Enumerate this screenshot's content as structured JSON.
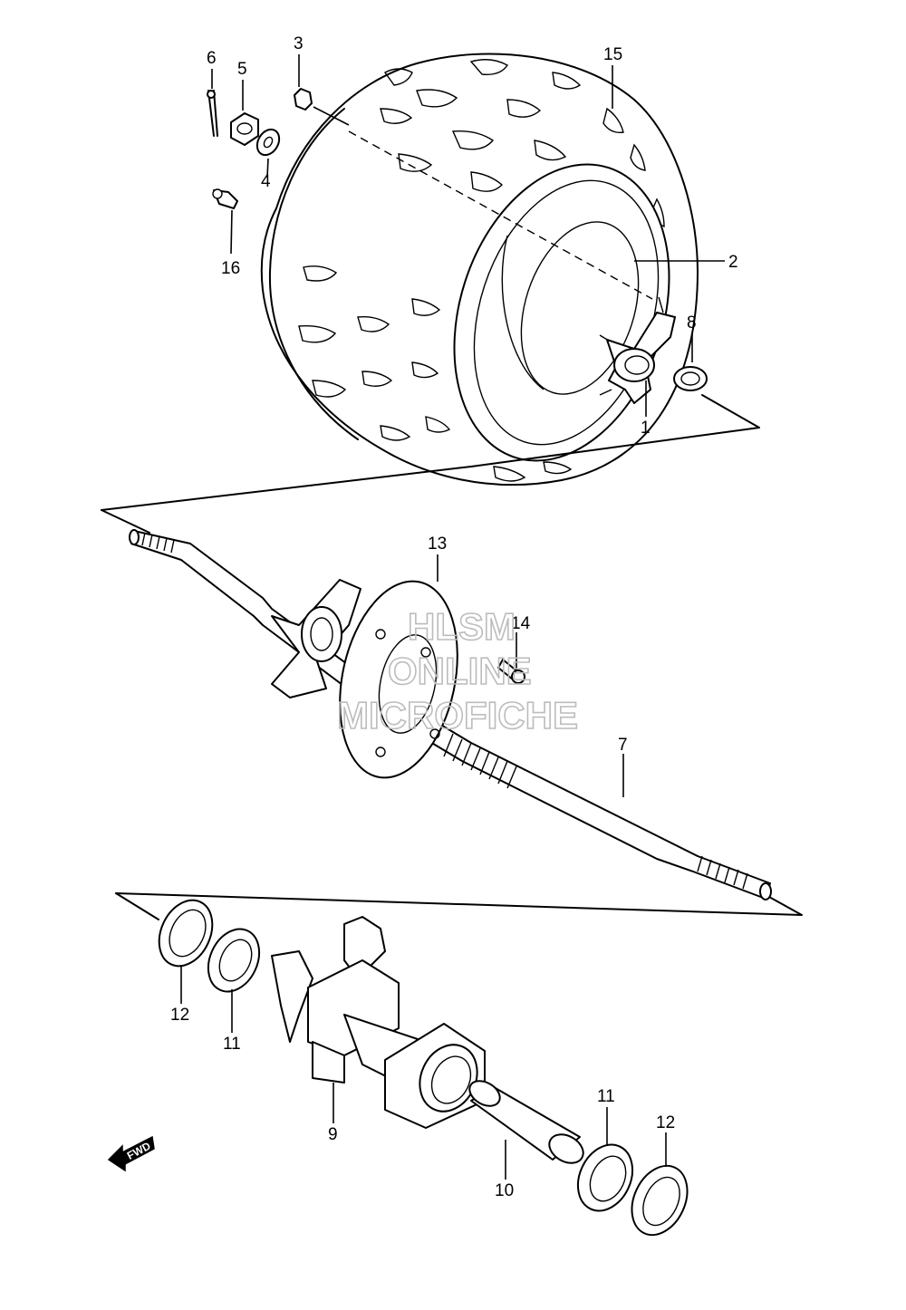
{
  "diagram": {
    "callouts": [
      {
        "id": "p1",
        "label": "1"
      },
      {
        "id": "p2",
        "label": "2"
      },
      {
        "id": "p3",
        "label": "3"
      },
      {
        "id": "p4",
        "label": "4"
      },
      {
        "id": "p5",
        "label": "5"
      },
      {
        "id": "p6",
        "label": "6"
      },
      {
        "id": "p7",
        "label": "7"
      },
      {
        "id": "p8",
        "label": "8"
      },
      {
        "id": "p9",
        "label": "9"
      },
      {
        "id": "p10",
        "label": "10"
      },
      {
        "id": "p11a",
        "label": "11"
      },
      {
        "id": "p11b",
        "label": "11"
      },
      {
        "id": "p12a",
        "label": "12"
      },
      {
        "id": "p12b",
        "label": "12"
      },
      {
        "id": "p13",
        "label": "13"
      },
      {
        "id": "p14",
        "label": "14"
      },
      {
        "id": "p15",
        "label": "15"
      },
      {
        "id": "p16",
        "label": "16"
      }
    ],
    "watermark": {
      "line1": "HLSM",
      "line2": "ONLINE",
      "line3": "MICROFICHE",
      "color": "#bcbcbc"
    },
    "fwd_arrow": {
      "label": "FWD"
    }
  }
}
